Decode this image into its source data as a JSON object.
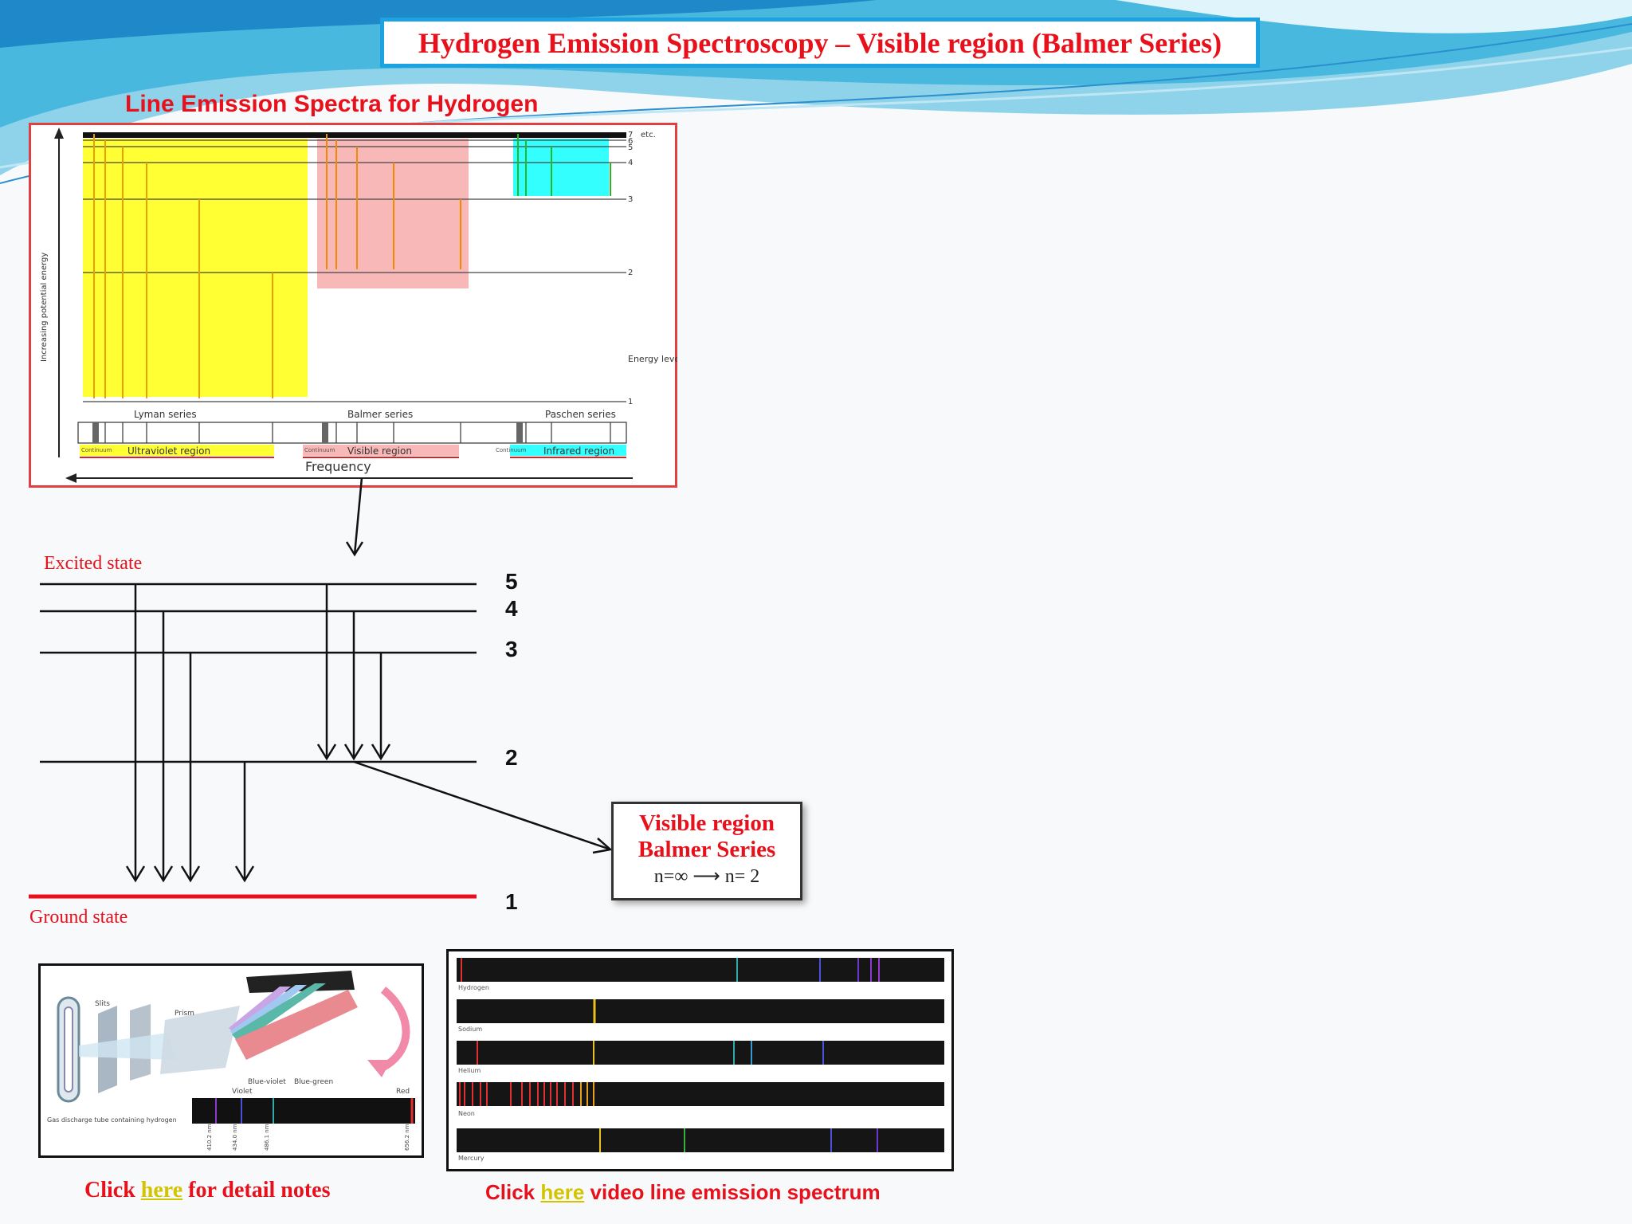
{
  "title": "Hydrogen Emission Spectroscopy – Visible region (Balmer Series)",
  "spectra_heading": "Line Emission Spectra for Hydrogen",
  "spectrum_diagram": {
    "y_axis_label": "Increasing potential energy",
    "levels": [
      "7",
      "6",
      "5",
      "4",
      "3",
      "2",
      "1"
    ],
    "etc_label": "etc.",
    "energy_level_label": "Energy level (n)",
    "series": [
      "Lyman series",
      "Balmer series",
      "Paschen series"
    ],
    "regions": [
      "Ultraviolet region",
      "Visible region",
      "Infrared region"
    ],
    "continuum_label": "Continuum",
    "x_axis_label": "Frequency",
    "colors": {
      "lyman": "#ffff33",
      "balmer": "#f8b8b8",
      "paschen": "#33ffff"
    }
  },
  "energy_diagram": {
    "excited_state": "Excited state",
    "ground_state": "Ground state",
    "levels": [
      "5",
      "4",
      "3",
      "2",
      "1"
    ]
  },
  "visible_box": {
    "line1": "Visible region",
    "line2": "Balmer Series",
    "transition": "n=∞ ⟶ n= 2"
  },
  "prism_image": {
    "labels": [
      "Slits",
      "Prism",
      "Violet",
      "Blue-violet",
      "Blue-green",
      "Red"
    ],
    "tube_label": "Gas discharge tube containing hydrogen",
    "wavelengths": [
      "410.2 nm",
      "434.0 nm",
      "486.1 nm",
      "656.2 nm"
    ]
  },
  "spectra_image": {
    "elements": [
      "Hydrogen",
      "Sodium",
      "Helium",
      "Neon",
      "Mercury"
    ]
  },
  "links": {
    "notes_before": "Click ",
    "notes_link": "here",
    "notes_after": " for detail notes",
    "video_before": "Click ",
    "video_link": "here",
    "video_after": " video line emission spectrum"
  }
}
